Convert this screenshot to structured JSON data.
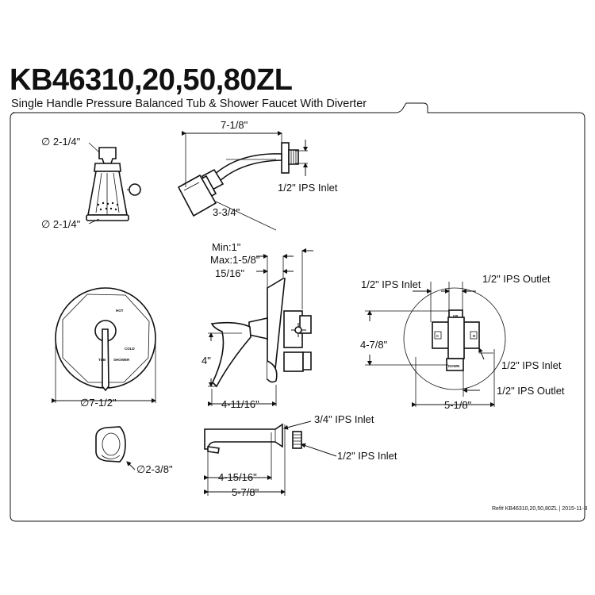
{
  "header": {
    "model": "KB46310,20,50,80ZL",
    "subtitle": "Single Handle Pressure Balanced Tub & Shower Faucet With Diverter"
  },
  "shower_head": {
    "dia_top": "∅ 2-1/4\"",
    "dia_bottom": "∅ 2-1/4\"",
    "arm_length": "7-1/8\"",
    "inlet": "1/2\" IPS Inlet",
    "drop": "3-3/4\""
  },
  "valve": {
    "min": "Min:1\"",
    "max": "Max:1-5/8\"",
    "depth": "15/16\"",
    "height": "4\"",
    "width": "4-11/16\"",
    "plate_dia": "∅7-1/2\"",
    "plate_labels": {
      "hot": "HOT",
      "cold": "COLD",
      "tub": "TUB",
      "shower": "SHOWER"
    }
  },
  "rough_in": {
    "inlet_left": "1/2\" IPS Inlet",
    "outlet_top": "1/2\" IPS Outlet",
    "height": "4-7/8\"",
    "inlet_right": "1/2\" IPS Inlet",
    "outlet_bottom": "1/2\" IPS Outlet",
    "width": "5-1/8\"",
    "labels": {
      "up": "UP",
      "down": "DOWN",
      "c": "C",
      "h": "H"
    }
  },
  "tub_spout": {
    "inlet_34": "3/4\" IPS Inlet",
    "inlet_12": "1/2\" IPS Inlet",
    "flange_dia": "∅2-3/8\"",
    "length_short": "4-15/16\"",
    "length_long": "5-7/8\""
  },
  "footer": {
    "ref": "Ref# KB46310,20,50,80ZL | 2015-11-B"
  }
}
